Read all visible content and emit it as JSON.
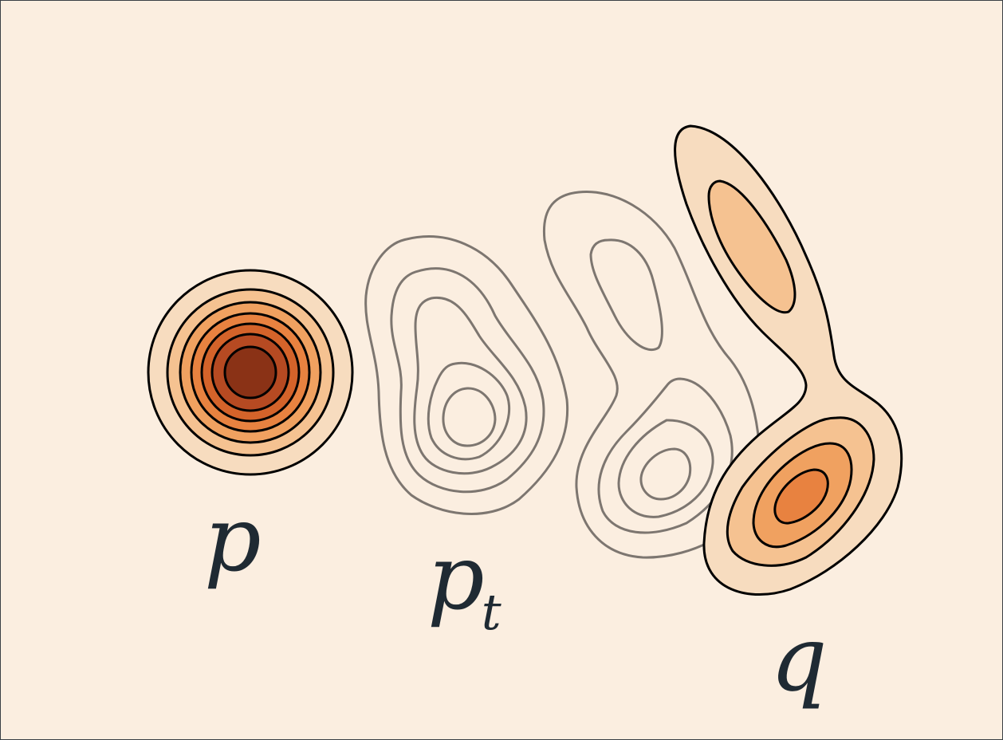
{
  "labels": {
    "source": "p",
    "intermediate_base": "p",
    "intermediate_sub": "t",
    "target": "q"
  },
  "colors": {
    "background": "#fbeee0",
    "frame": "#3a3f45",
    "contour_line": "#000000",
    "intermediate_line": "#7d7670",
    "label_text": "#1f2a33",
    "density_levels": [
      "#f7dcbf",
      "#f5c291",
      "#f0a160",
      "#e88240",
      "#d4632a",
      "#b64a22",
      "#8a3216"
    ]
  }
}
